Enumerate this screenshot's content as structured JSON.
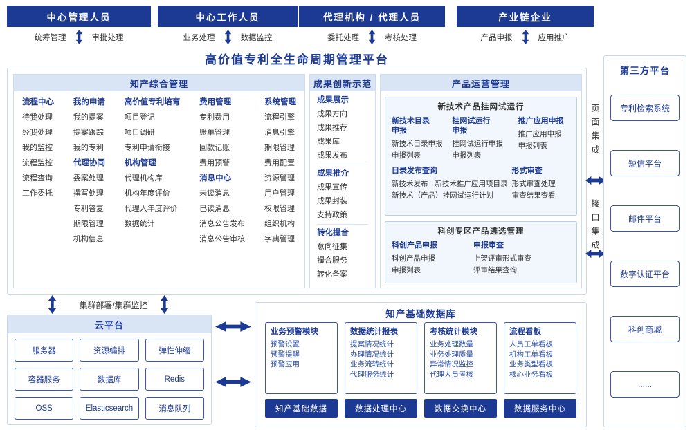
{
  "colors": {
    "header_bg": "#1c3a94",
    "section_bar_bg": "#d9e4f4",
    "accent_text": "#1e3c96"
  },
  "platform_title": "高价值专利全生命周期管理平台",
  "top_groups": [
    {
      "title": "中心管理人员",
      "left": "统筹管理",
      "right": "审批处理"
    },
    {
      "title": "中心工作人员",
      "left": "业务处理",
      "right": "数据监控"
    },
    {
      "title": "代理机构 / 代理人员",
      "left": "委托处理",
      "right": "考核处理"
    },
    {
      "title": "产业链企业",
      "left": "产品申报",
      "right": "应用推广"
    }
  ],
  "ip_mgmt": {
    "title": "知产综合管理",
    "columns": [
      {
        "groups": [
          {
            "header": "流程中心",
            "items": [
              "待我处理",
              "经我处理",
              "我的监控",
              "流程监控",
              "流程查询",
              "工作委托"
            ]
          }
        ]
      },
      {
        "groups": [
          {
            "header": "我的申请",
            "items": [
              "我的提案",
              "提案跟踪",
              "我的专利"
            ]
          },
          {
            "header": "代理协同",
            "items": [
              "委案处理",
              "撰写处理",
              "专利答复",
              "期限管理",
              "机构信息"
            ]
          }
        ]
      },
      {
        "groups": [
          {
            "header": "高价值专利培育",
            "items": [
              "项目登记",
              "项目调研",
              "专利申请衔接"
            ]
          },
          {
            "header": "机构管理",
            "items": [
              "代理机构库",
              "机构年度评价",
              "代理人年度评价",
              "数据统计"
            ]
          }
        ]
      },
      {
        "groups": [
          {
            "header": "费用管理",
            "items": [
              "专利费用",
              "账单管理",
              "回款记账",
              "费用预警"
            ]
          },
          {
            "header": "消息中心",
            "items": [
              "未读消息",
              "已读消息",
              "消息公告发布",
              "消息公告审核"
            ]
          }
        ]
      },
      {
        "groups": [
          {
            "header": "系统管理",
            "items": [
              "流程引擎",
              "消息引擎",
              "期限管理",
              "费用配置",
              "资源管理",
              "用户管理",
              "权限管理",
              "组织机构",
              "字典管理"
            ]
          }
        ]
      }
    ]
  },
  "achievement": {
    "title": "成果创新示范",
    "groups": [
      {
        "header": "成果展示",
        "items": [
          "成果方向",
          "成果推荐",
          "成果库",
          "成果发布"
        ]
      },
      {
        "header": "成果推介",
        "items": [
          "成果宣传",
          "成果封装",
          "支持政策"
        ]
      },
      {
        "header": "转化撮合",
        "items": [
          "意向征集",
          "撮合服务",
          "转化备案"
        ]
      }
    ]
  },
  "product_ops": {
    "title": "产品运营管理",
    "panel1": {
      "title": "新技术产品挂网试运行",
      "groups": [
        {
          "header": "新技术目录\n申报",
          "items": [
            "新技术目录申报",
            "申报列表"
          ]
        },
        {
          "header": "挂网试运行\n申报",
          "items": [
            "挂网试运行申报",
            "申报列表"
          ]
        },
        {
          "header": "推广应用申报",
          "items": [
            "推广应用申报",
            "申报列表"
          ]
        }
      ],
      "bottom_left": {
        "header": "目录发布查询",
        "row": [
          "新技术发布",
          "新技术推广应用项目录"
        ],
        "line": "新技术（产品）挂网试运行计划"
      },
      "bottom_right": {
        "header": "形式审查",
        "items": [
          "形式审查处理",
          "审查结果查看"
        ]
      }
    },
    "panel2": {
      "title": "科创专区产品遴选管理",
      "groups": [
        {
          "header": "科创产品申报",
          "items": [
            "科创产品申报",
            "申报列表"
          ]
        },
        {
          "header": "申报审查",
          "items": [
            "上架评审形式审查",
            "评审结果查询"
          ]
        }
      ]
    }
  },
  "integration": {
    "page": "页面集成",
    "api": "接口集成"
  },
  "third_party": {
    "title": "第三方平台",
    "items": [
      "专利检索系统",
      "短信平台",
      "邮件平台",
      "数字认证平台",
      "科创商城",
      "......"
    ]
  },
  "cluster_label": "集群部署/集群监控",
  "cloud": {
    "title": "云平台",
    "items": [
      "服务器",
      "资源编排",
      "弹性伸缩",
      "容器服务",
      "数据库",
      "Redis",
      "OSS",
      "Elasticsearch",
      "消息队列"
    ]
  },
  "data_platform": {
    "title": "知产基础数据库",
    "columns": [
      {
        "header": "业务预警模块",
        "items": [
          "预警设置",
          "预警提醒",
          "预警应用"
        ],
        "footer": "知产基础数据"
      },
      {
        "header": "数据统计报表",
        "items": [
          "提案情况统计",
          "办理情况统计",
          "业务流转统计",
          "代理服务统计"
        ],
        "footer": "数据处理中心"
      },
      {
        "header": "考核统计模块",
        "items": [
          "业务处理数量",
          "业务处理质量",
          "异常情况监控",
          "代理人员考核"
        ],
        "footer": "数据交换中心"
      },
      {
        "header": "流程看板",
        "items": [
          "人员工单看板",
          "机构工单看板",
          "业务类型看板",
          "核心业务看板"
        ],
        "footer": "数据服务中心"
      }
    ]
  }
}
